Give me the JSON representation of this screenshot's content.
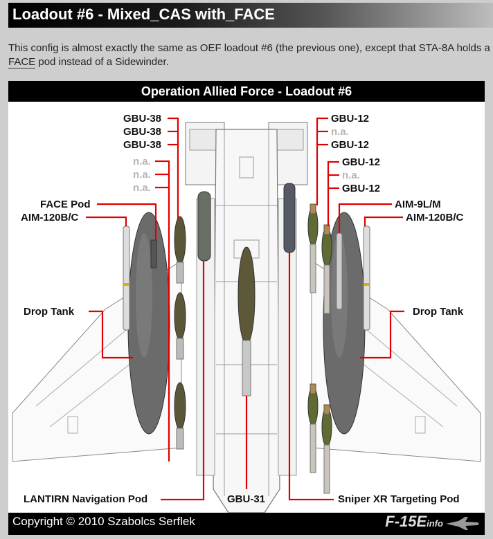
{
  "header": {
    "title": "Loadout #6 - Mixed_CAS with_FACE"
  },
  "intro": {
    "text_before": "This config is almost exactly the same as OEF loadout #6 (the previous one), except that STA-8A holds a ",
    "link_text": "FACE",
    "text_after": " pod instead of a Sidewinder."
  },
  "figure": {
    "title": "Operation Allied Force - Loadout #6",
    "left_labels": {
      "gbu38_a": "GBU-38",
      "gbu38_b": "GBU-38",
      "gbu38_c": "GBU-38",
      "na_a": "n.a.",
      "na_b": "n.a.",
      "na_c": "n.a.",
      "face_pod": "FACE Pod",
      "aim120_left": "AIM-120B/C",
      "drop_tank_left": "Drop Tank"
    },
    "right_labels": {
      "gbu12_a": "GBU-12",
      "na_d": "n.a.",
      "gbu12_b": "GBU-12",
      "gbu12_c": "GBU-12",
      "na_e": "n.a.",
      "gbu12_d": "GBU-12",
      "aim9": "AIM-9L/M",
      "aim120_right": "AIM-120B/C",
      "drop_tank_right": "Drop Tank"
    },
    "bottom_labels": {
      "lantirn": "LANTIRN Navigation Pod",
      "gbu31": "GBU-31",
      "sniper": "Sniper XR Targeting Pod"
    },
    "copyright": "Copyright © 2010 Szabolcs Serflek",
    "brand_main": "F-15E",
    "brand_sub": "info",
    "colors": {
      "leader_line": "#e00000",
      "header_bg": "#000000",
      "page_bg": "#cecece"
    }
  }
}
